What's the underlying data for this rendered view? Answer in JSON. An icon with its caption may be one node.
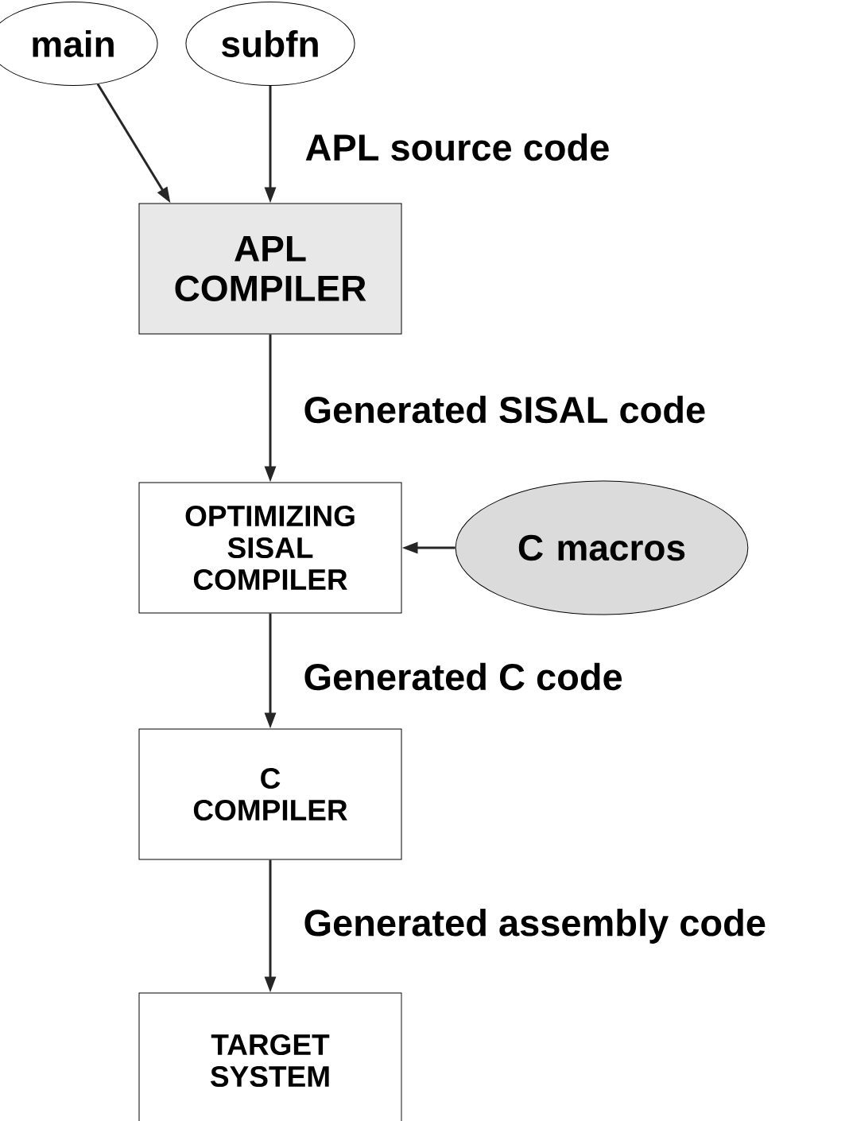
{
  "diagram": {
    "nodes": [
      {
        "text": [
          "main"
        ]
      },
      {
        "text": [
          "subfn"
        ]
      },
      {
        "text": [
          "APL COMPILER"
        ]
      },
      {
        "text": [
          "OPTIMIZING SISAL COMPILER"
        ]
      },
      {
        "text": [
          "C macros"
        ]
      },
      {
        "text": [
          "C COMPILER"
        ]
      },
      {
        "text": [
          "TARGET SYSTEM"
        ]
      }
    ],
    "edges": [
      {
        "from": 0,
        "to": 2,
        "arrow": "to"
      },
      {
        "from": 1,
        "to": 2,
        "arrow": "to",
        "label": "APL source code"
      },
      {
        "from": 2,
        "to": 3,
        "arrow": "to",
        "label": "Generated SISAL code"
      },
      {
        "from": 4,
        "to": 3,
        "arrow": "to"
      },
      {
        "from": 3,
        "to": 5,
        "arrow": "to",
        "label": "Generated C code"
      },
      {
        "from": 5,
        "to": 6,
        "arrow": "to",
        "label": "Generated assembly code"
      }
    ]
  }
}
